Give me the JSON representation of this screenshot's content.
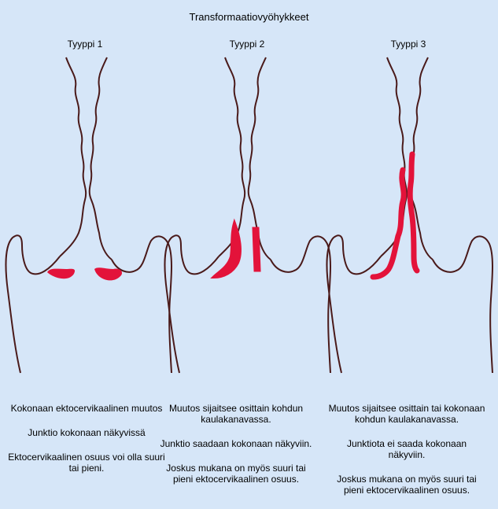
{
  "title": "Transformaatiovyöhykkeet",
  "colors": {
    "background": "#d6e6f8",
    "outline": "#4a1a1a",
    "zone": "#e3133a"
  },
  "panels": [
    {
      "label": "Tyyppi 1",
      "desc_1": "Kokonaan ektocervikaalinen muutos",
      "desc_2": "Junktio kokonaan näkyvissä",
      "desc_3": "Ektocervikaalinen osuus voi olla suuri tai pieni."
    },
    {
      "label": "Tyyppi 2",
      "desc_1": "Muutos sijaitsee osittain kohdun kaulakanavassa.",
      "desc_2": "Junktio saadaan kokonaan näkyviin.",
      "desc_3": "Joskus mukana on myös suuri tai pieni ektocervikaalinen osuus."
    },
    {
      "label": "Tyyppi 3",
      "desc_1": "Muutos sijaitsee osittain tai kokonaan kohdun kaulakanavassa.",
      "desc_2": "Junktiota ei saada kokonaan näkyviin.",
      "desc_3": "Joskus mukana on myös suuri tai pieni ektocervikaalinen osuus."
    }
  ]
}
